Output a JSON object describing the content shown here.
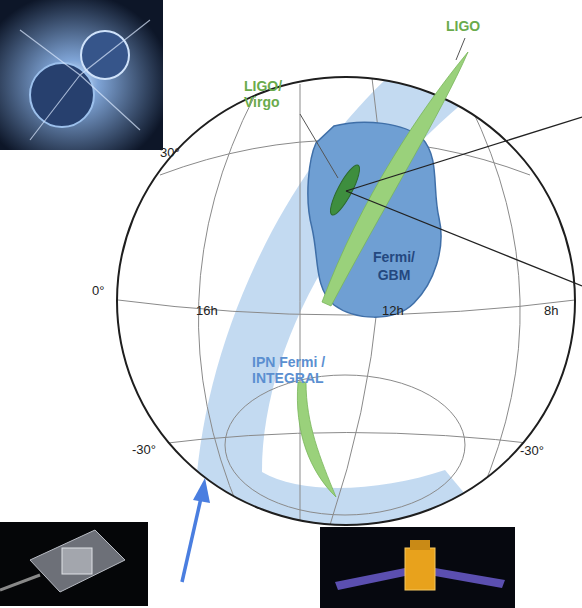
{
  "diagram": {
    "nodes": [
      {
        "text": [
          "Fermi/ GBM"
        ]
      }
    ],
    "labels": [
      "LIGO",
      "LIGO/ Virgo",
      "30°",
      "0°",
      "16h",
      "12h",
      "8h",
      "IPN Fermi / INTEGRAL",
      "-30°",
      "-30°"
    ]
  }
}
